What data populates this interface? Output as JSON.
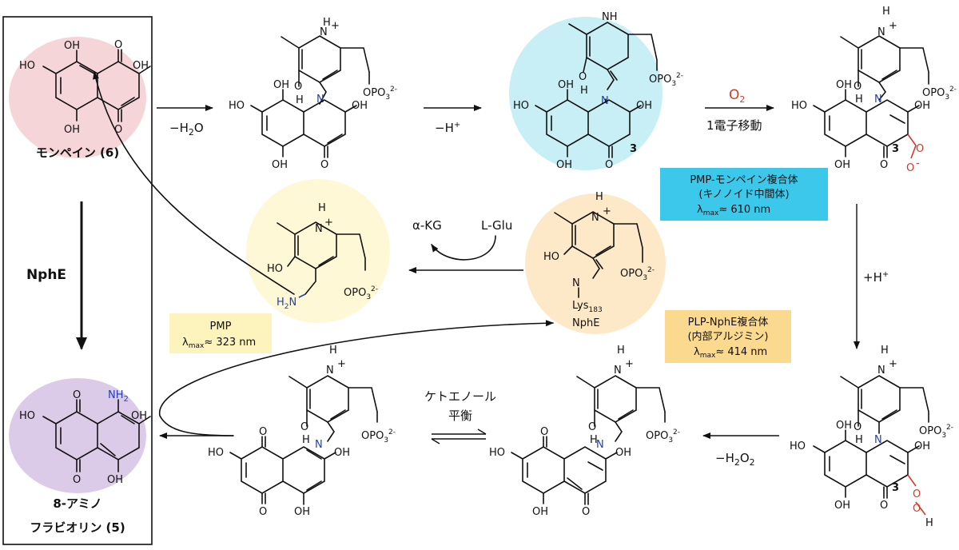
{
  "colors": {
    "monpain_bg": "#f6d5d8",
    "aminoflaviolin_bg": "#dccbe8",
    "quinonoid_bg": "#c8eff6",
    "pmp_bg": "#fff8d6",
    "plp_bg": "#fde9c8",
    "pmp_box": "#fdf3bc",
    "plp_box": "#fbd98e",
    "quinonoid_box": "#3cc8ea",
    "nitrogen": "#1f3fb8",
    "oxygen_red": "#d23a2a"
  },
  "compounds": {
    "monpain_label": "モンペイン (6)",
    "product_label_line1": "8-アミノ",
    "product_label_line2": "フラビオリン (5)",
    "product_nh2": "NH",
    "product_nh2_sub": "2"
  },
  "enzyme": {
    "name": "NphE"
  },
  "steps": {
    "minus_h2o_a": "−H",
    "minus_h2o_b": "2",
    "minus_h2o_c": "O",
    "minus_h": "−H",
    "minus_h_sup": "+",
    "o2_a": "O",
    "o2_b": "2",
    "one_electron": "1電子移動",
    "plus_h": "+H",
    "plus_h_sup": "+",
    "minus_h2o2_a": "−H",
    "minus_h2o2_b": "2",
    "minus_h2o2_c": "O",
    "minus_h2o2_d": "2",
    "akg": "α-KG",
    "lglu": "L-Glu",
    "keto_line1": "ケトエノール",
    "keto_line2": "平衡"
  },
  "boxes": {
    "quinonoid_line1": "PMP-モンペイン複合体",
    "quinonoid_line2": "(キノノイド中間体)",
    "quinonoid_lambda": "≈ 610 nm",
    "pmp_line1": "PMP",
    "pmp_lambda": "≈ 323 nm",
    "plp_line1": "PLP-NphE複合体",
    "plp_line2": "(内部アルジミン)",
    "plp_lambda": "≈ 414 nm",
    "lambda_sym": "λ",
    "lambda_sub": "max"
  },
  "atoms": {
    "OH": "OH",
    "HO": "HO",
    "O": "O",
    "H": "H",
    "N": "N",
    "NH": "NH",
    "OPO3": "OPO",
    "OPO3_sub": "3",
    "OPO3_sup": "2-",
    "plus": "+",
    "H2N_a": "H",
    "H2N_b": "2",
    "H2N_c": "N",
    "lys": "Lys",
    "lys_sub": "183",
    "nphe": "NphE",
    "three": "3",
    "o_minus": "-"
  }
}
